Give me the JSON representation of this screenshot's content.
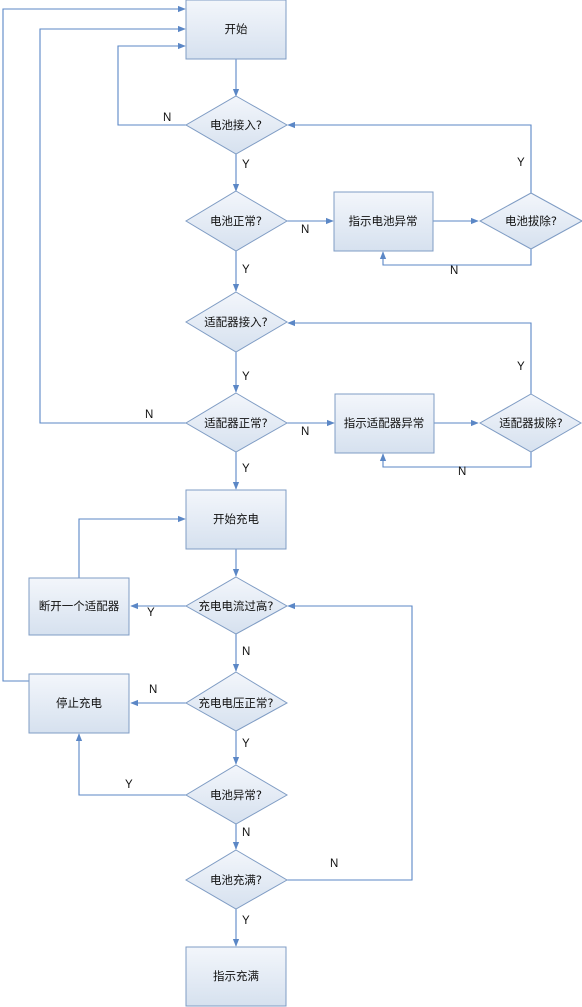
{
  "nodes": {
    "start": "开始",
    "battery_connected": "电池接入?",
    "battery_ok": "电池正常?",
    "battery_fault": "指示电池异常",
    "battery_removed": "电池拔除?",
    "adapter_connected": "适配器接入?",
    "adapter_ok": "适配器正常?",
    "adapter_fault": "指示适配器异常",
    "adapter_removed": "适配器拔除?",
    "charge_start": "开始充电",
    "disconnect_adapter": "断开一个适配器",
    "current_high": "充电电流过高?",
    "stop_charge": "停止充电",
    "voltage_ok": "充电电压正常?",
    "battery_abnormal": "电池异常?",
    "battery_full": "电池充满?",
    "indicate_full": "指示充满"
  },
  "edge_labels": {
    "yes": "Y",
    "no": "N"
  },
  "colors": {
    "node_fill_top": "#f3f6fb",
    "node_fill_bottom": "#d6e1ef",
    "node_stroke": "#7f9cc4",
    "edge": "#5b87c6"
  }
}
